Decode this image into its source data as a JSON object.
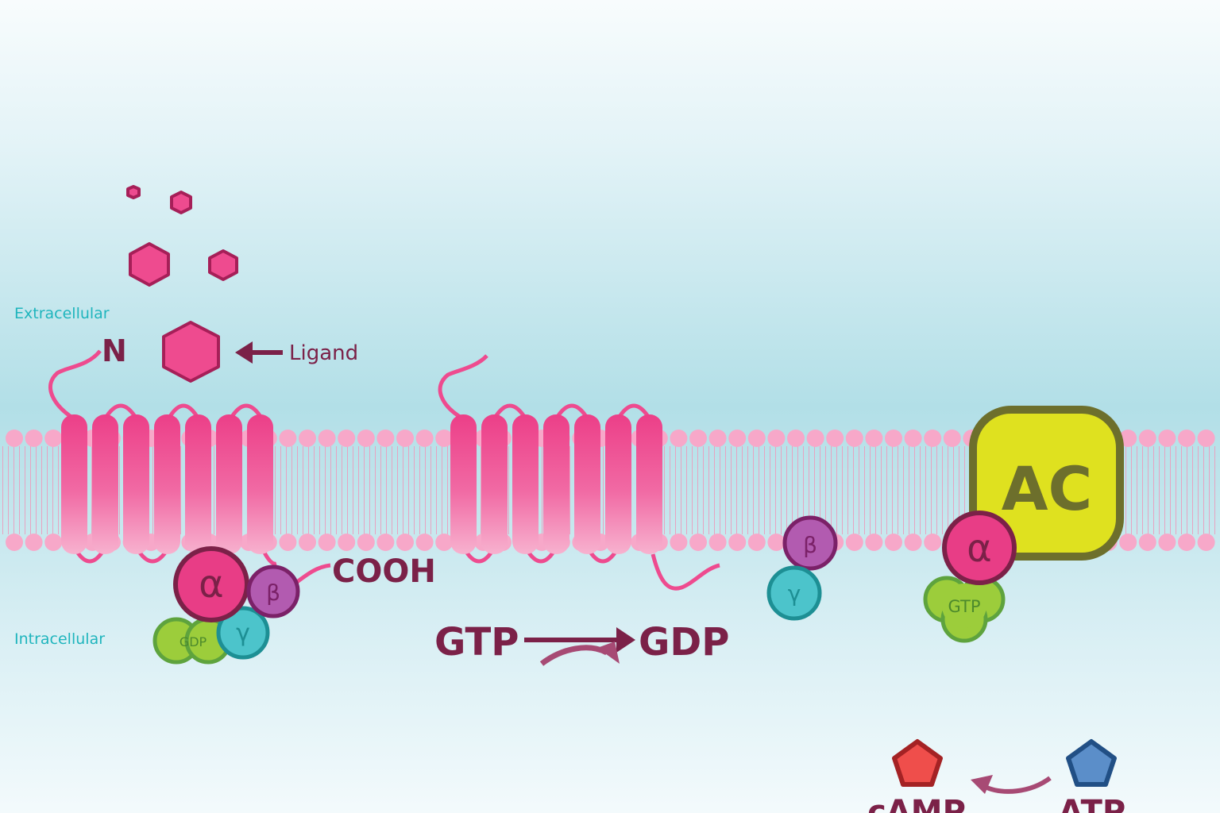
{
  "labels": {
    "extracellular": "Extracellular",
    "intracellular": "Intracellular",
    "n_terminus": "N",
    "ligand": "Ligand",
    "cooh": "COOH",
    "gtp_left": "GTP",
    "gdp_right": "GDP",
    "ac": "AC",
    "camp": "cAMP",
    "atp": "ATP"
  },
  "subunits": {
    "alpha": "α",
    "beta": "β",
    "gamma": "γ",
    "gdp": "GDP",
    "gtp": "GTP"
  },
  "colors": {
    "background_top": "#f7fbfd",
    "background_mid": "#b3e0e8",
    "background_bottom": "#f1f9fb",
    "receptor": "#ee4b8f",
    "receptor_light": "#f7b0cc",
    "lipid_head": "#f7a8c9",
    "label_dark": "#7b2148",
    "teal_label": "#1fb5bd",
    "alpha": "#e83d86",
    "beta": "#b25bb0",
    "gamma": "#4cc4cb",
    "gdp_gtp": "#9ccd3b",
    "ac": "#dfe11f",
    "ac_border": "#6d6f2c",
    "camp": "#ef4e4b",
    "atp": "#5b8ec9"
  }
}
